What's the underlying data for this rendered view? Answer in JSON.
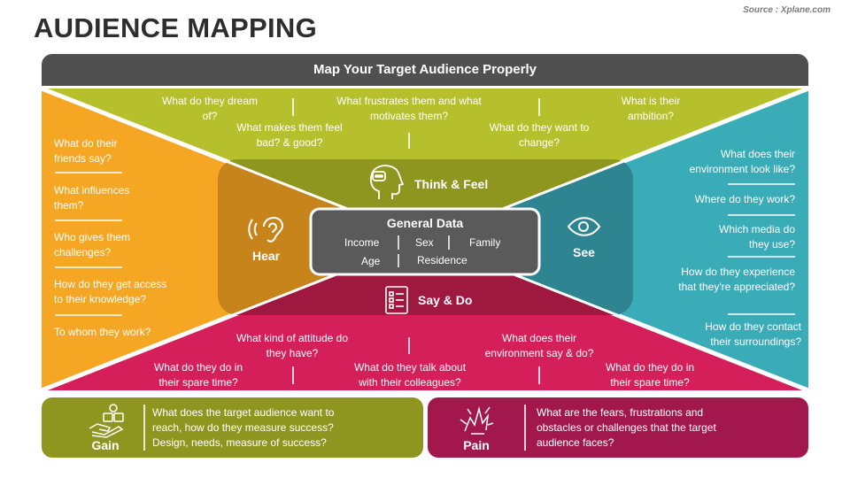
{
  "title": "AUDIENCE MAPPING",
  "source": "Source : Xplane.com",
  "banner": "Map Your Target Audience Properly",
  "colors": {
    "think_feel": "#b5c02c",
    "think_feel_inner": "#8f9620",
    "hear": "#f5a623",
    "hear_inner": "#c7841a",
    "see": "#3aacb8",
    "see_inner": "#2e8490",
    "say_do": "#d41f5a",
    "say_do_inner": "#9e1840",
    "general": "#5a5a5a",
    "gain": "#8f9620",
    "pain": "#a3184c",
    "banner": "#505050"
  },
  "think_feel": {
    "label": "Think & Feel",
    "questions": [
      "What do they dream of?",
      "What makes them feel bad? & good?",
      "What frustrates them and what motivates them?",
      "What do they want to change?",
      "What is their ambition?"
    ]
  },
  "hear": {
    "label": "Hear",
    "questions": [
      "What do their friends say?",
      "What influences them?",
      "Who gives them challenges?",
      "How do they get access to their knowledge?",
      "To whom they work?"
    ]
  },
  "see": {
    "label": "See",
    "questions": [
      "What does their environment look like?",
      "Where do they work?",
      "Which media do they use?",
      "How do they experience that they're appreciated?",
      "How do they contact their surroundings?"
    ]
  },
  "say_do": {
    "label": "Say & Do",
    "questions": [
      "What kind of attitude do they have?",
      "What does their environment say & do?",
      "What do they do in their spare time?",
      "What do they talk about with their colleagues?",
      "What do they do in their spare time?"
    ]
  },
  "general": {
    "title": "General Data",
    "items": [
      "Income",
      "Sex",
      "Family",
      "Age",
      "Residence"
    ]
  },
  "gain": {
    "label": "Gain",
    "text": "What does the target audience want to reach, how do they measure success? Design, needs, measure of success?"
  },
  "pain": {
    "label": "Pain",
    "text": "What are the fears, frustrations and obstacles or challenges that the target audience faces?"
  }
}
